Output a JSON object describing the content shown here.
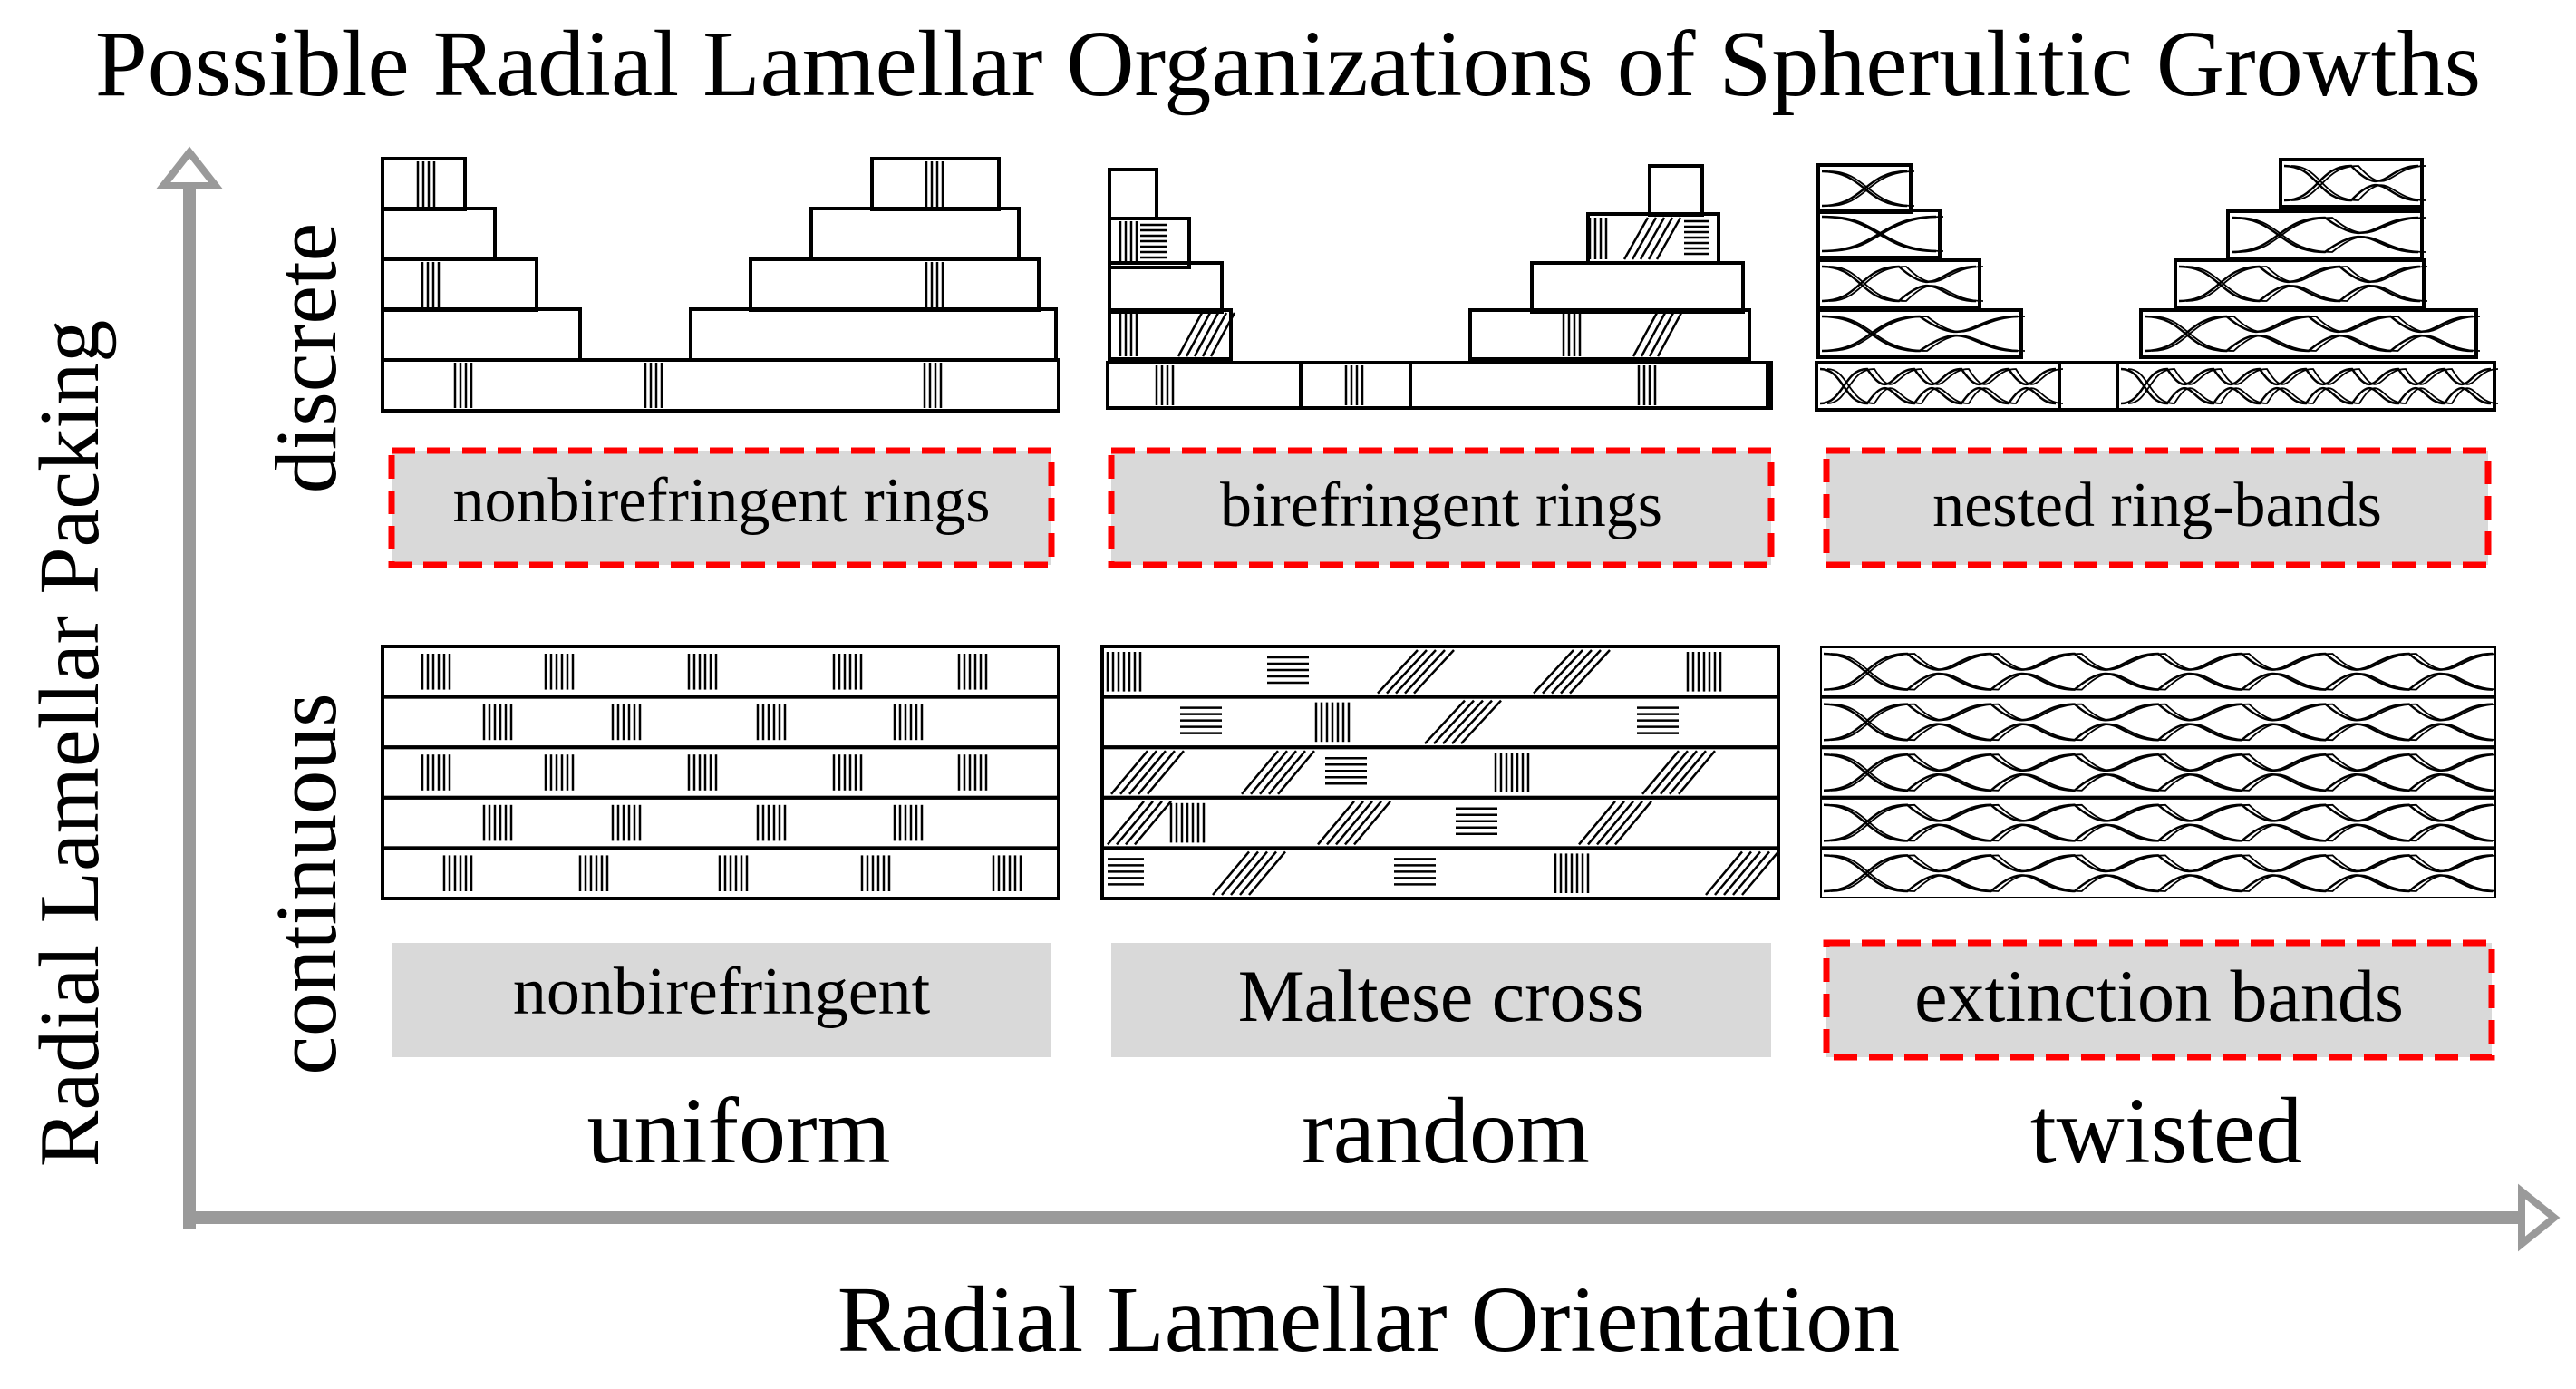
{
  "title": "Possible Radial Lamellar Organizations of Spherulitic Growths",
  "axes": {
    "y_label": "Radial Lamellar Packing",
    "x_label": "Radial Lamellar Orientation"
  },
  "rows": [
    {
      "id": "discrete",
      "label": "discrete"
    },
    {
      "id": "continuous",
      "label": "continuous"
    }
  ],
  "columns": [
    {
      "id": "uniform",
      "label": "uniform"
    },
    {
      "id": "random",
      "label": "random"
    },
    {
      "id": "twisted",
      "label": "twisted"
    }
  ],
  "cells": {
    "discrete": {
      "uniform": {
        "label": "nonbirefringent rings",
        "highlighted": true
      },
      "random": {
        "label": "birefringent rings",
        "highlighted": true
      },
      "twisted": {
        "label": "nested ring-bands",
        "highlighted": true
      }
    },
    "continuous": {
      "uniform": {
        "label": "nonbirefringent",
        "highlighted": false
      },
      "random": {
        "label": "Maltese cross",
        "highlighted": false
      },
      "twisted": {
        "label": "extinction bands",
        "highlighted": true
      }
    }
  },
  "colors": {
    "axis_arrow": "#9a9a9a",
    "label_box": "#d9d9d9",
    "highlight_border": "#ff0000",
    "line": "#000000"
  }
}
